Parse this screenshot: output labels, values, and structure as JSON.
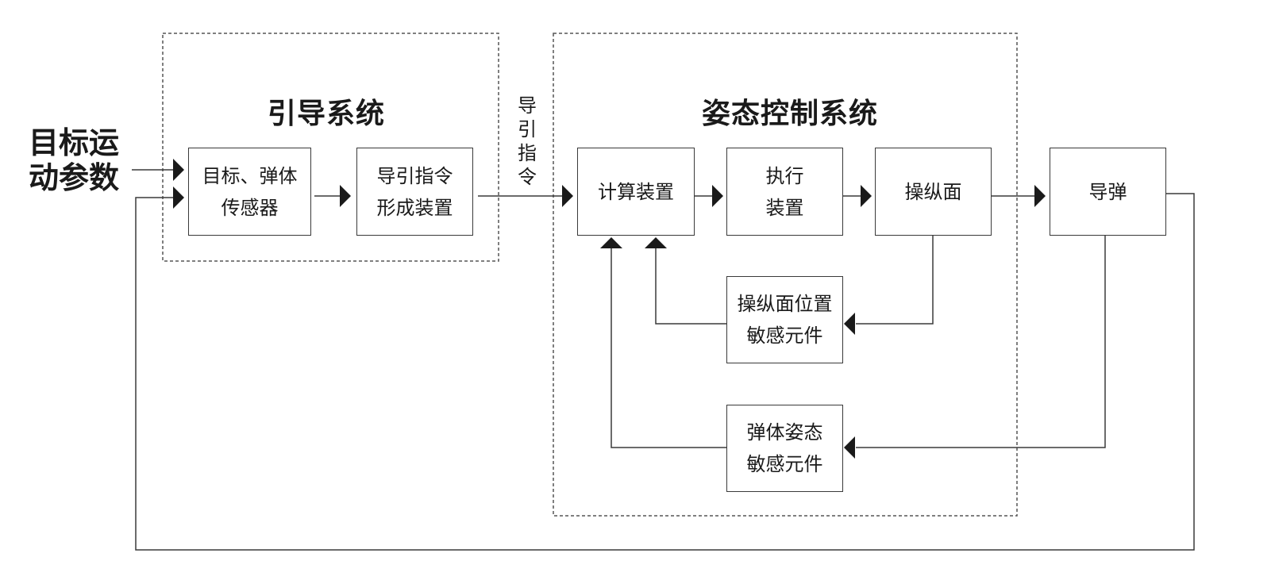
{
  "diagram": {
    "input_label": [
      "目标运",
      "动参数"
    ],
    "groups": {
      "guidance": {
        "title": "引导系统"
      },
      "attitude": {
        "title": "姿态控制系统"
      }
    },
    "signal_label": [
      "导",
      "引",
      "指",
      "令"
    ],
    "blocks": {
      "sensor": [
        "目标、弹体",
        "传感器"
      ],
      "command_former": [
        "导引指令",
        "形成装置"
      ],
      "computer": [
        "计算装置"
      ],
      "actuator": [
        "执行",
        "装置"
      ],
      "control_surface": [
        "操纵面"
      ],
      "missile": [
        "导弹"
      ],
      "surface_position_sensor": [
        "操纵面位置",
        "敏感元件"
      ],
      "attitude_sensor": [
        "弹体姿态",
        "敏感元件"
      ]
    },
    "connections": [
      {
        "from": "input",
        "to": "sensor"
      },
      {
        "from": "sensor",
        "to": "command_former"
      },
      {
        "from": "command_former",
        "to": "computer",
        "label": "导引指令"
      },
      {
        "from": "computer",
        "to": "actuator"
      },
      {
        "from": "actuator",
        "to": "control_surface"
      },
      {
        "from": "control_surface",
        "to": "missile"
      },
      {
        "from": "control_surface",
        "to": "surface_position_sensor"
      },
      {
        "from": "surface_position_sensor",
        "to": "computer"
      },
      {
        "from": "missile",
        "to": "attitude_sensor"
      },
      {
        "from": "attitude_sensor",
        "to": "computer"
      },
      {
        "from": "missile",
        "to": "sensor"
      }
    ],
    "colors": {
      "line": "#3a3a3a",
      "arrow": "#1a1a1a",
      "dashed": "#555555"
    }
  }
}
